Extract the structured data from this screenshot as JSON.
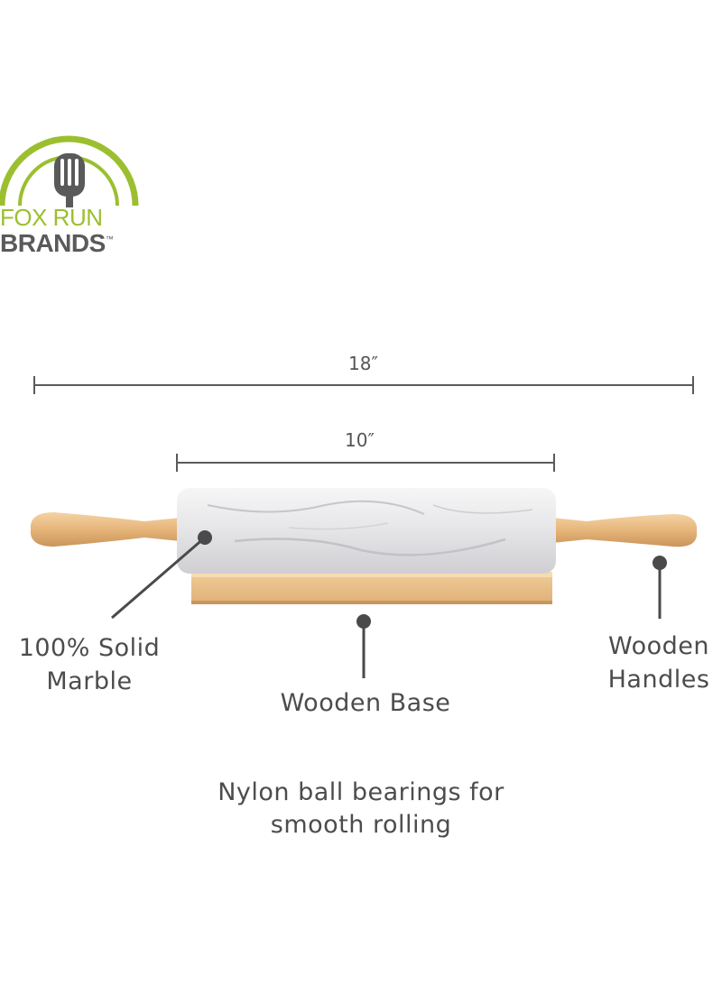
{
  "brand": {
    "line1": "FOX RUN",
    "line2": "BRANDS",
    "tm": "™",
    "colors": {
      "arc": "#9bbf2f",
      "spatula": "#5a5a5a"
    }
  },
  "dimensions": {
    "overall_length": "18″",
    "barrel_length": "10″"
  },
  "callouts": {
    "marble_line1": "100% Solid",
    "marble_line2": "Marble",
    "base": "Wooden Base",
    "handles_line1": "Wooden",
    "handles_line2": "Handles"
  },
  "caption": {
    "line1": "Nylon ball bearings for",
    "line2": "smooth rolling"
  },
  "colors": {
    "text": "#4c4c4c",
    "dim_line": "#5a5a5a",
    "marble": "#e6e6e8",
    "wood": "#e9c08c"
  }
}
